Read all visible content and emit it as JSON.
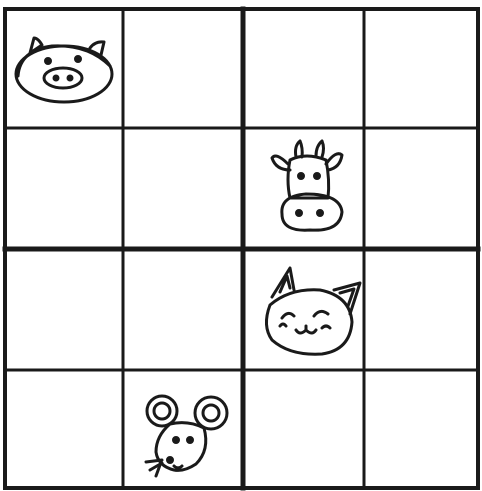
{
  "puzzle": {
    "grid": {
      "rows": 4,
      "cols": 4,
      "box_rows": 2,
      "box_cols": 2
    },
    "colors": {
      "background": "#ffffff",
      "ink": "#1a1a1a"
    },
    "cells": [
      {
        "row": 0,
        "col": 0,
        "animal": "pig-icon"
      },
      {
        "row": 0,
        "col": 1,
        "animal": null
      },
      {
        "row": 0,
        "col": 2,
        "animal": null
      },
      {
        "row": 0,
        "col": 3,
        "animal": null
      },
      {
        "row": 1,
        "col": 0,
        "animal": null
      },
      {
        "row": 1,
        "col": 1,
        "animal": null
      },
      {
        "row": 1,
        "col": 2,
        "animal": "cow-icon"
      },
      {
        "row": 1,
        "col": 3,
        "animal": null
      },
      {
        "row": 2,
        "col": 0,
        "animal": null
      },
      {
        "row": 2,
        "col": 1,
        "animal": null
      },
      {
        "row": 2,
        "col": 2,
        "animal": "cat-icon"
      },
      {
        "row": 2,
        "col": 3,
        "animal": null
      },
      {
        "row": 3,
        "col": 0,
        "animal": null
      },
      {
        "row": 3,
        "col": 1,
        "animal": "mouse-icon"
      },
      {
        "row": 3,
        "col": 2,
        "animal": null
      },
      {
        "row": 3,
        "col": 3,
        "animal": null
      }
    ]
  }
}
